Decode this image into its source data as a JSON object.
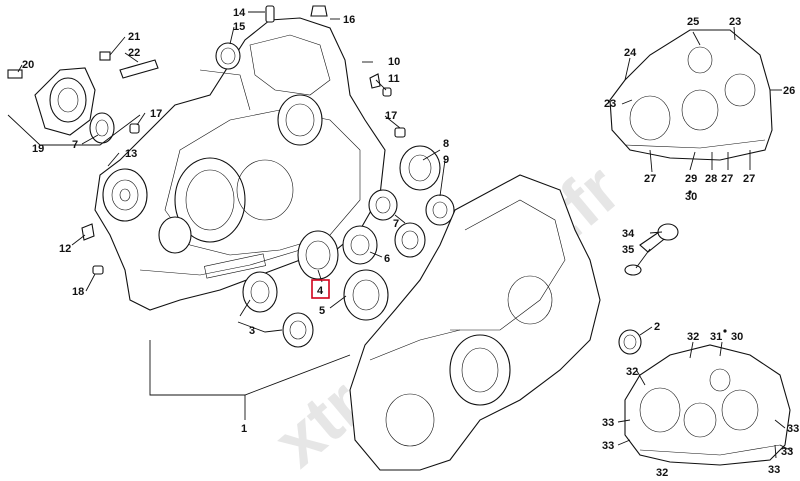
{
  "watermark": "xtrem-bike.fr",
  "highlight_color": "#d0021b",
  "callouts": [
    {
      "id": "c14",
      "text": "14"
    },
    {
      "id": "c16",
      "text": "16"
    },
    {
      "id": "c15",
      "text": "15"
    },
    {
      "id": "c21",
      "text": "21"
    },
    {
      "id": "c22",
      "text": "22"
    },
    {
      "id": "c20",
      "text": "20"
    },
    {
      "id": "c10",
      "text": "10"
    },
    {
      "id": "c11",
      "text": "11"
    },
    {
      "id": "c17a",
      "text": "17"
    },
    {
      "id": "c17b",
      "text": "17"
    },
    {
      "id": "c19",
      "text": "19"
    },
    {
      "id": "c7a",
      "text": "7"
    },
    {
      "id": "c13",
      "text": "13"
    },
    {
      "id": "c8",
      "text": "8"
    },
    {
      "id": "c9",
      "text": "9"
    },
    {
      "id": "c7b",
      "text": "7"
    },
    {
      "id": "c12",
      "text": "12"
    },
    {
      "id": "c6",
      "text": "6"
    },
    {
      "id": "c4",
      "text": "4"
    },
    {
      "id": "c5",
      "text": "5"
    },
    {
      "id": "c18",
      "text": "18"
    },
    {
      "id": "c3",
      "text": "3"
    },
    {
      "id": "c1",
      "text": "1"
    },
    {
      "id": "c25",
      "text": "25"
    },
    {
      "id": "c23a",
      "text": "23"
    },
    {
      "id": "c24",
      "text": "24"
    },
    {
      "id": "c23b",
      "text": "23"
    },
    {
      "id": "c26",
      "text": "26"
    },
    {
      "id": "c27a",
      "text": "27"
    },
    {
      "id": "c29",
      "text": "29"
    },
    {
      "id": "c28",
      "text": "28"
    },
    {
      "id": "c27b",
      "text": "27"
    },
    {
      "id": "c27c",
      "text": "27"
    },
    {
      "id": "c30a",
      "text": "30"
    },
    {
      "id": "c34",
      "text": "34"
    },
    {
      "id": "c35",
      "text": "35"
    },
    {
      "id": "c2",
      "text": "2"
    },
    {
      "id": "c32a",
      "text": "32"
    },
    {
      "id": "c31",
      "text": "31"
    },
    {
      "id": "c30b",
      "text": "30"
    },
    {
      "id": "c32b",
      "text": "32"
    },
    {
      "id": "c33a",
      "text": "33"
    },
    {
      "id": "c33b",
      "text": "33"
    },
    {
      "id": "c33c",
      "text": "33"
    },
    {
      "id": "c33d",
      "text": "33"
    },
    {
      "id": "c32c",
      "text": "32"
    },
    {
      "id": "c33e",
      "text": "33"
    }
  ]
}
